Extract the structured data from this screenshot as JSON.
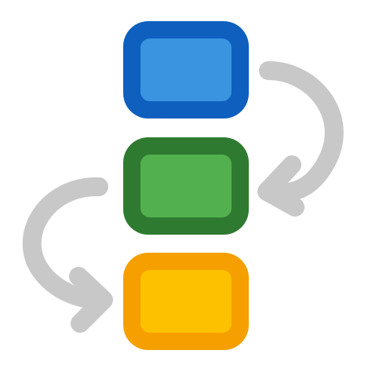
{
  "icon": {
    "name": "workflow-process-icon",
    "blocks": [
      {
        "name": "top-block",
        "fill": "#3A94DF",
        "border": "#0E5FBE"
      },
      {
        "name": "middle-block",
        "fill": "#52B14E",
        "border": "#2F7A31"
      },
      {
        "name": "bottom-block",
        "fill": "#FDC100",
        "border": "#F5A000"
      }
    ],
    "arrow_color": "#C8C8C8"
  }
}
